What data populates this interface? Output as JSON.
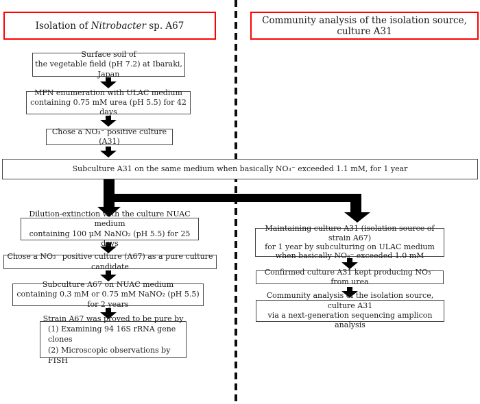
{
  "colors": {
    "title_border": "#fe0000",
    "box_border": "#454545",
    "arrow": "#000000",
    "divider": "#0d0d0d",
    "background": "#ffffff"
  },
  "header": {
    "left_title": {
      "pre": "Isolation of ",
      "species": "Nitrobacter",
      "post": " sp. A67"
    },
    "right_title": "Community analysis of the isolation source, culture A31"
  },
  "isolation_flow": {
    "surface_soil": {
      "line1": "Surface soil of",
      "line2": "the vegetable field (pH 7.2) at Ibaraki, Japan"
    },
    "mpn_enumeration": {
      "line1": "MPN enumeration with ULAC medium",
      "line2": "containing 0.75 mM urea (pH 5.5) for 42 days"
    },
    "chose_a31": {
      "line1": "Chose a NO₃⁻ positive culture (A31)"
    },
    "subculture_a31": {
      "line1": "Subculture  A31 on the same medium when basically NO₃⁻ exceeded 1.1 mM, for 1 year"
    },
    "dilution_extinction": {
      "line1": "Dilution-extinction with the culture NUAC medium",
      "line2": "containing 100 μM NaNO₂ (pH 5.5) for 25 days"
    },
    "chose_a67": {
      "line1": "Chose a NO₃⁻ positive culture (A67) as a pure culture candidate"
    },
    "subculture_a67": {
      "line1": "Subculture A67 on NUAC medium",
      "line2": "containing 0.3 mM or 0.75 mM NaNO₂ (pH 5.5) for 2 years"
    },
    "strain_purity": {
      "line1": "Strain A67 was proved to be pure by",
      "line2": "(1) Examining 94 16S rRNA gene clones",
      "line3": "(2) Microscopic observations by FISH"
    }
  },
  "community_flow": {
    "maintaining_a31": {
      "line1": "Maintaining culture A31 (isolation source of strain A67)",
      "line2": "for 1 year by subculturing on ULAC medium",
      "line3": "when basically NO₃⁻ exceeded 1.0 mM"
    },
    "confirmed_a31": {
      "line1": "Confirmed culture A31 kept producing NO₃⁻ from urea"
    },
    "community_analysis": {
      "line1": "Community analysis of the isolation source, culture A31",
      "line2": "via a next-generation sequencing amplicon analysis"
    }
  }
}
